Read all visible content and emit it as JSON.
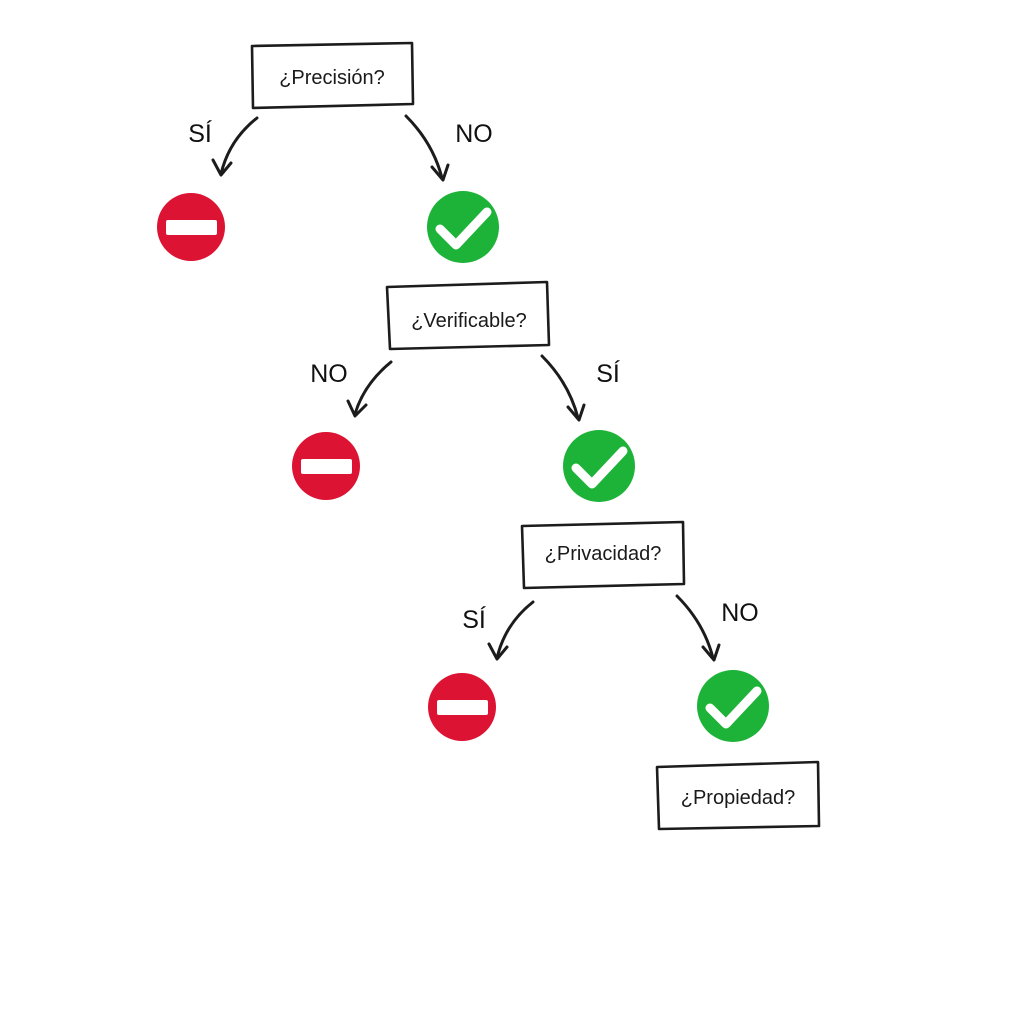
{
  "colors": {
    "reject": "#dc1332",
    "accept": "#1db339",
    "symbol": "#ffffff",
    "ink": "#1c1c1c"
  },
  "nodes": [
    {
      "question": "¿Precisión?",
      "left_label": "SÍ",
      "right_label": "NO",
      "left_icon": "no-entry-icon",
      "right_icon": "check-icon"
    },
    {
      "question": "¿Verificable?",
      "left_label": "NO",
      "right_label": "SÍ",
      "left_icon": "no-entry-icon",
      "right_icon": "check-icon"
    },
    {
      "question": "¿Privacidad?",
      "left_label": "SÍ",
      "right_label": "NO",
      "left_icon": "no-entry-icon",
      "right_icon": "check-icon"
    },
    {
      "question": "¿Propiedad?"
    }
  ]
}
